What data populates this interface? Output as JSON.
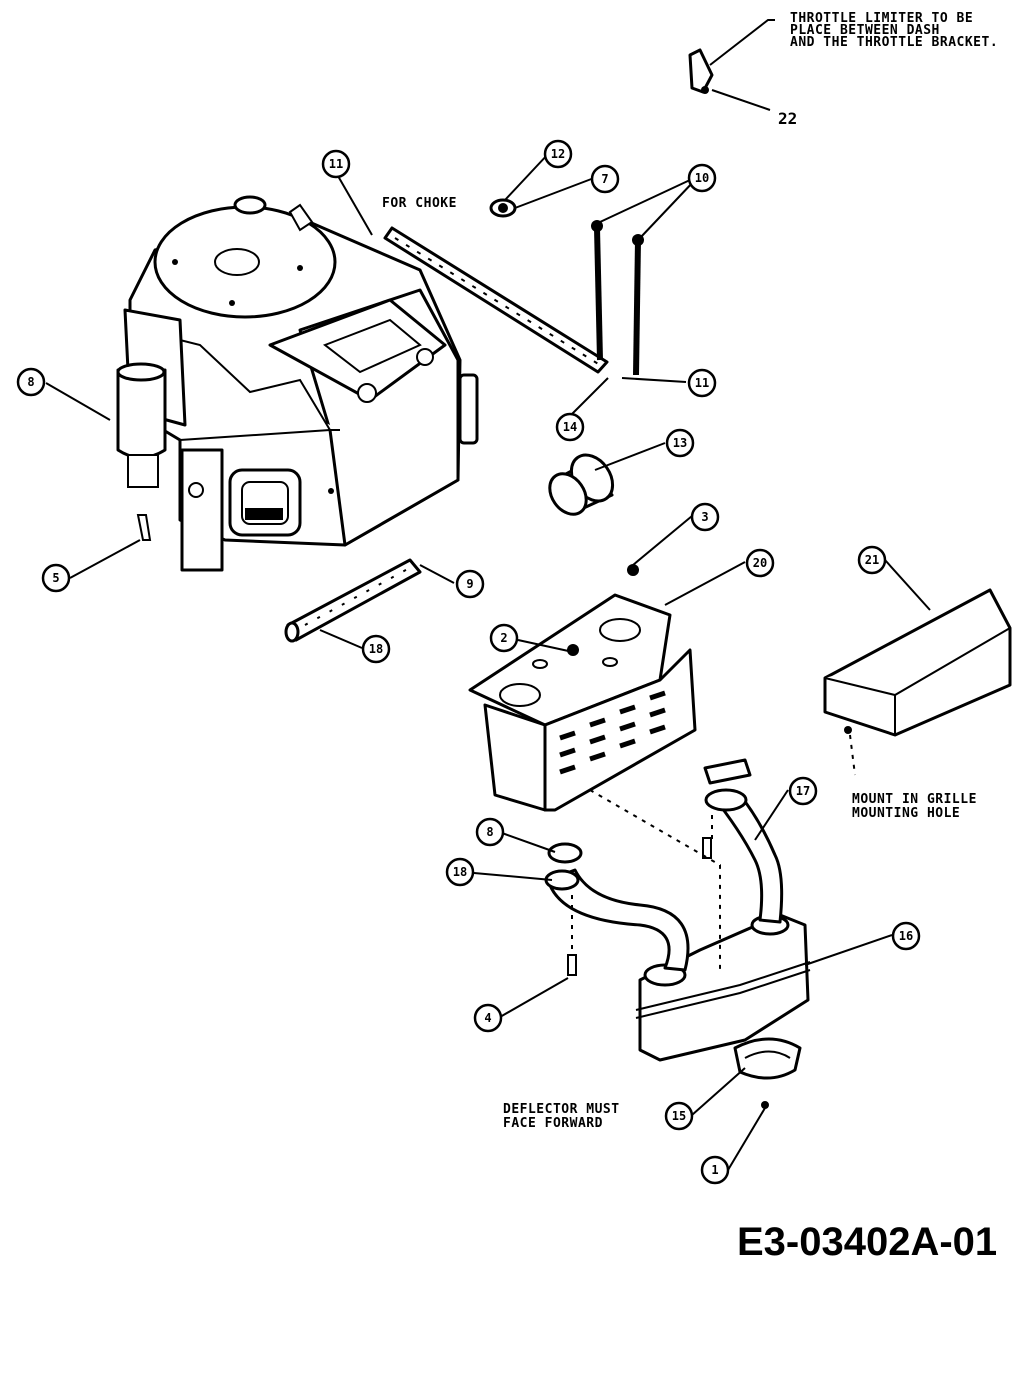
{
  "notes": {
    "throttle_limiter": [
      "THROTTLE LIMITER TO BE",
      "PLACE BETWEEN DASH",
      "AND THE THROTTLE BRACKET."
    ],
    "for_choke": "FOR CHOKE",
    "mount_grille": [
      "MOUNT IN GRILLE",
      "MOUNTING HOLE"
    ],
    "deflector": [
      "DEFLECTOR MUST",
      "FACE FORWARD"
    ]
  },
  "drawing_id": "E3-03402A-01",
  "callouts": {
    "c22": "22",
    "c11a": "11",
    "c12": "12",
    "c7": "7",
    "c10": "10",
    "c8a": "8",
    "c11b": "11",
    "c14": "14",
    "c13": "13",
    "c5": "5",
    "c3": "3",
    "c20": "20",
    "c21": "21",
    "c9": "9",
    "c18a": "18",
    "c2": "2",
    "c17": "17",
    "c8b": "8",
    "c18b": "18",
    "c16": "16",
    "c4": "4",
    "c15": "15",
    "c1": "1"
  }
}
